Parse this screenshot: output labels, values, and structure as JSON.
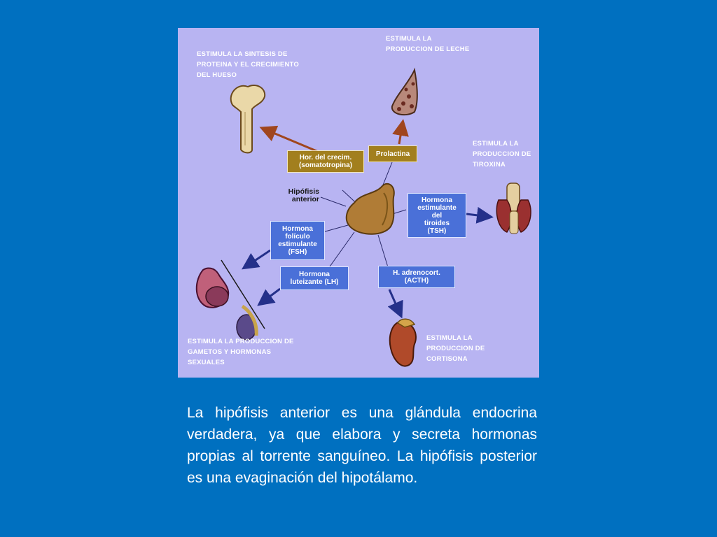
{
  "diagram": {
    "captions": {
      "bone": "ESTIMULA LA SINTESIS DE\nPROTEINA Y EL CRECIMIENTO\nDEL HUESO",
      "milk": "ESTIMULA LA\nPRODUCCION DE LECHE",
      "thyroid": "ESTIMULA LA\nPRODUCCION DE\nTIROXINA",
      "gonads": "ESTIMULA LA PRODUCCION DE\nGAMETOS Y HORMONAS\nSEXUALES",
      "adrenal": "ESTIMULA LA\nPRODUCCION DE\nCORTISONA"
    },
    "hormones": {
      "gh": "Hor. del crecim.\n(somatotropina)",
      "prolactin": "Prolactina",
      "tsh": "Hormona\nestimulante\ndel\ntiroides\n(TSH)",
      "fsh": "Hormona\nfolículo\nestimulante\n(FSH)",
      "lh": "Hormona\nluteizante (LH)",
      "acth": "H. adrenocort.\n(ACTH)"
    },
    "gland_label": "Hipófisis\nanterior",
    "colors": {
      "background": "#b8b4f2",
      "gold_box": "#a27f1e",
      "blue_box": "#4a70d8",
      "brown_arrow": "#a0461e",
      "blue_arrow": "#24308a"
    }
  },
  "body_text": "La hipófisis anterior es una glándula endocrina verdadera, ya que elabora y secreta hormonas propias al torrente sanguíneo. La hipófisis posterior es una evaginación del hipotálamo.",
  "page": {
    "background": "#0070c0"
  }
}
